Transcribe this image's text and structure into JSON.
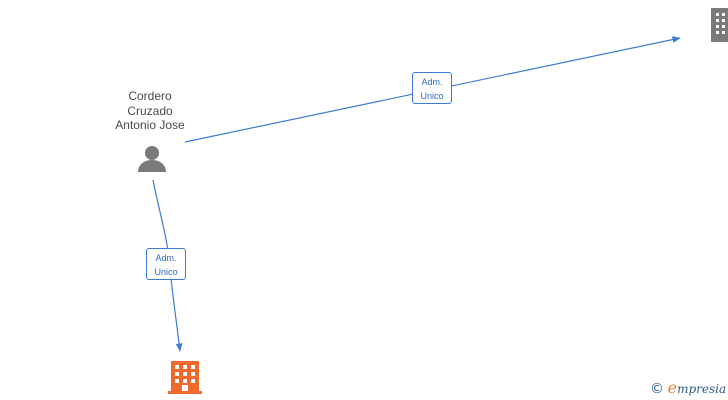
{
  "person": {
    "name_lines": [
      "Cordero",
      "Cruzado",
      "Antonio Jose"
    ],
    "icon": "person-icon"
  },
  "relations": [
    {
      "lines": [
        "Adm.",
        "Unico"
      ]
    },
    {
      "lines": [
        "Adm.",
        "Unico"
      ]
    }
  ],
  "companies": [
    {
      "icon": "building-icon",
      "color": "#7a7a7a"
    },
    {
      "icon": "building-icon",
      "color": "#f06a2d"
    }
  ],
  "watermark": {
    "copyright": "©",
    "brand_initial": "e",
    "brand_rest": "mpresia"
  },
  "colors": {
    "edge": "#3a7bd5",
    "person": "#7a7a7a"
  }
}
